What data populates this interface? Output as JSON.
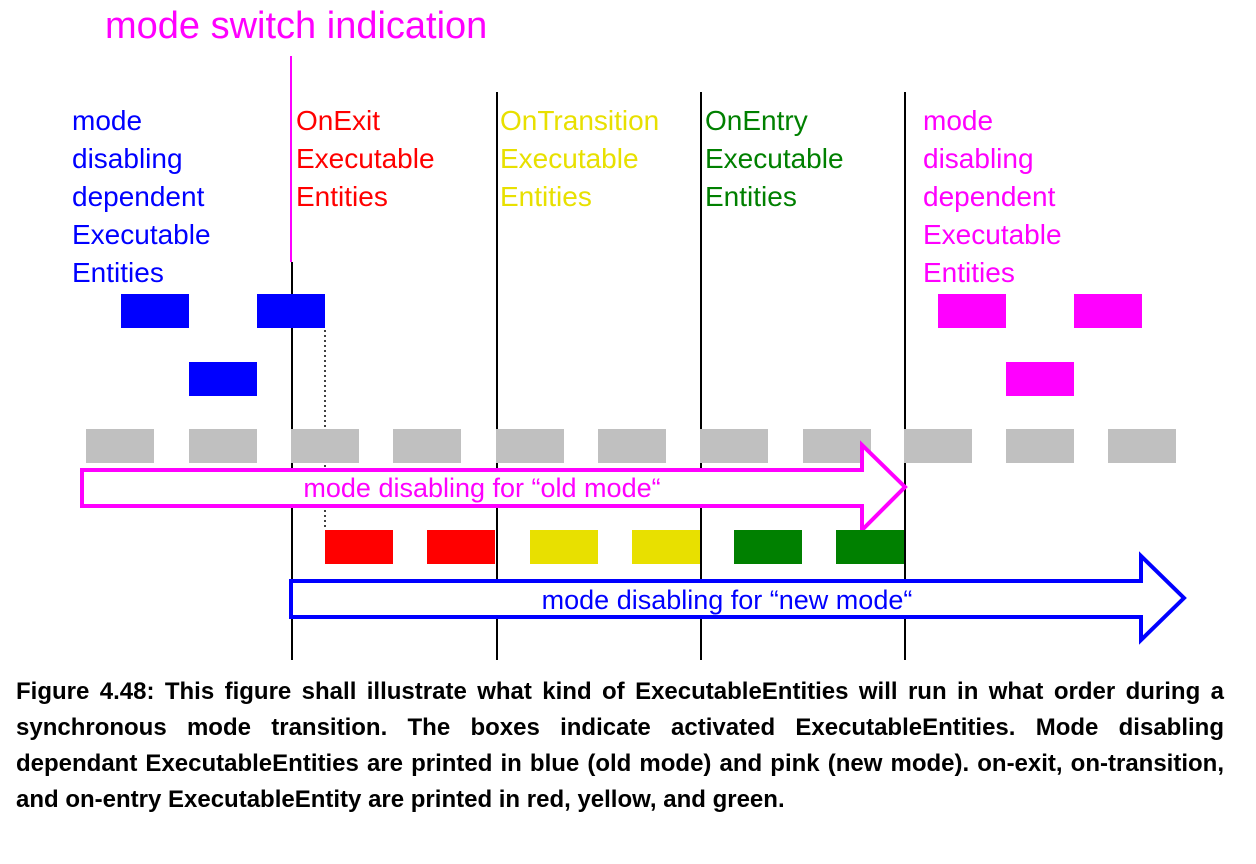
{
  "title": "mode switch indication",
  "columns": [
    {
      "id": "old-mode-disabling",
      "lines": [
        "mode",
        "disabling",
        "dependent",
        "Executable",
        "Entities"
      ],
      "color": "#0000ff"
    },
    {
      "id": "onexit",
      "lines": [
        "OnExit",
        "Executable",
        "Entities"
      ],
      "color": "#ff0000"
    },
    {
      "id": "ontransition",
      "lines": [
        "OnTransition",
        "Executable",
        "Entities"
      ],
      "color": "#e8e000"
    },
    {
      "id": "onentry",
      "lines": [
        "OnEntry",
        "Executable",
        "Entities"
      ],
      "color": "#008000"
    },
    {
      "id": "new-mode-disabling",
      "lines": [
        "mode",
        "disabling",
        "dependent",
        "Executable",
        "Entities"
      ],
      "color": "#ff00ff"
    }
  ],
  "arrows": {
    "old_mode": "mode disabling for “old mode“",
    "new_mode": "mode disabling for “new mode“"
  },
  "caption": "Figure 4.48: This figure shall illustrate what kind of ExecutableEntities will run in what order during a synchronous mode transition. The boxes indicate activated ExecutableEntities. Mode disabling dependant ExecutableEntities are printed in blue (old mode) and pink (new mode). on-exit, on-transition, and on-entry ExecutableEntity are printed in red, yellow, and green.",
  "colors": {
    "blue": "#0000ff",
    "pink": "#ff00ff",
    "red": "#ff0000",
    "yellow": "#e8e000",
    "green": "#008000",
    "gray": "#c0c0c0"
  }
}
